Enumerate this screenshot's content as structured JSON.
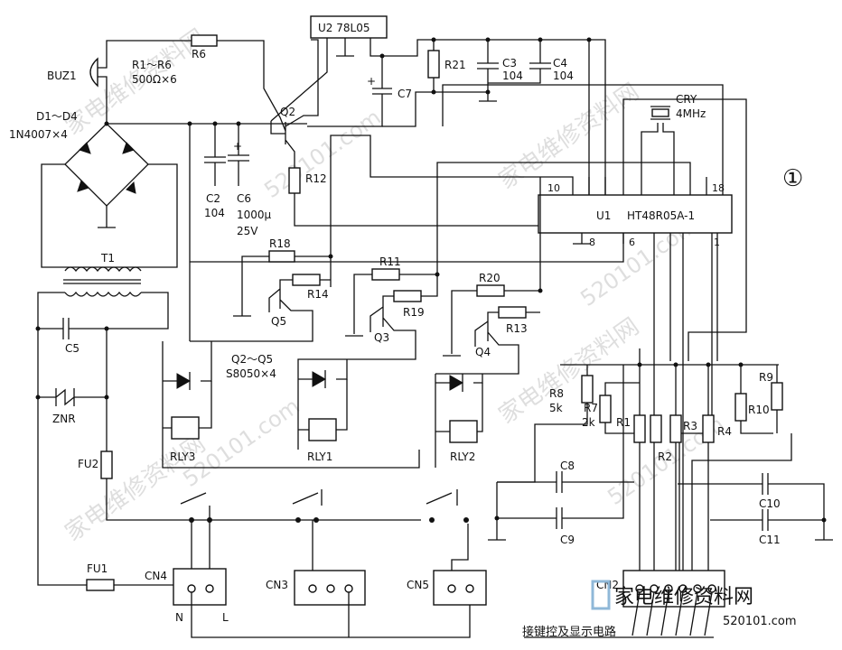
{
  "figure_mark": "①",
  "power": {
    "buzzer": "BUZ1",
    "resistor_group": "R1～R6",
    "resistor_value": "500Ω×6",
    "r6": "R6",
    "bridge_group": "D1～D4",
    "bridge_part": "1N4007×4",
    "transformer": "T1",
    "c2": "C2",
    "c2_value": "104",
    "c6": "C6",
    "c6_value": "1000μ",
    "c6_voltage": "25V",
    "regulator": "U2  78L05",
    "c7": "C7",
    "r21": "R21",
    "c3": "C3",
    "c3_value": "104",
    "c4": "C4",
    "c4_value": "104",
    "q2": "Q2",
    "r12": "R12",
    "c5": "C5",
    "znr": "ZNR",
    "fu2": "FU2",
    "fu1": "FU1"
  },
  "mcu": {
    "name": "U1",
    "part": "HT48R05A-1",
    "crystal": "CRY",
    "crystal_freq": "4MHz",
    "pin10": "10",
    "pin18": "18",
    "pin8": "8",
    "pin6": "6",
    "pin1": "1"
  },
  "drivers": {
    "r18": "R18",
    "r14": "R14",
    "q5": "Q5",
    "r11": "R11",
    "r19": "R19",
    "q3": "Q3",
    "r20": "R20",
    "r13": "R13",
    "q4": "Q4",
    "group": "Q2～Q5",
    "part": "S8050×4",
    "rly3": "RLY3",
    "rly1": "RLY1",
    "rly2": "RLY2"
  },
  "inputs": {
    "r8": "R8",
    "r8_value": "5k",
    "r7": "R7",
    "r7_value": "2k",
    "r1": "R1",
    "r2": "R2",
    "r3": "R3",
    "r4": "R4",
    "r10": "R10",
    "r9": "R9",
    "c8": "C8",
    "c9": "C9",
    "c10": "C10",
    "c11": "C11"
  },
  "connectors": {
    "cn4": "CN4",
    "n": "N",
    "l": "L",
    "cn3": "CN3",
    "cn5": "CN5",
    "cn2": "CN2",
    "bottom_label": "接键控及显示电路"
  },
  "watermark": {
    "logo_text": "家电维修资料网",
    "url": "520101.com"
  }
}
